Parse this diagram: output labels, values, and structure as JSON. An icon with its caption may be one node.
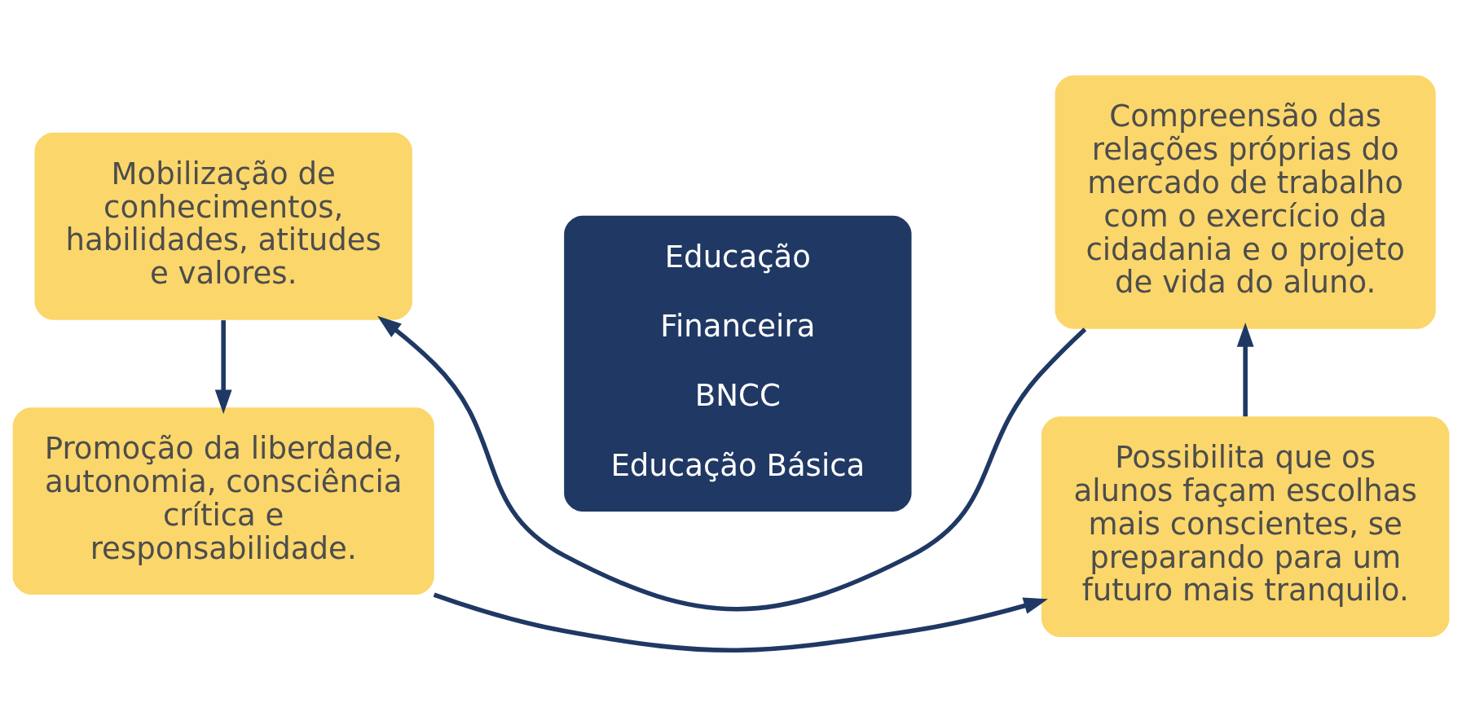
{
  "diagram": {
    "nodes": [
      {
        "text": [
          "Mobilização de conhecimentos, habilidades, atitudes e valores."
        ]
      },
      {
        "text": [
          "Educação",
          "Financeira",
          "BNCC",
          "Educação Básica"
        ]
      },
      {
        "text": [
          "Compreensão das relações próprias do mercado de trabalho com o exercício da cidadania e o projeto de vida do aluno."
        ]
      },
      {
        "text": [
          "Promoção da liberdade, autonomia, consciência crítica e responsabilidade."
        ]
      },
      {
        "text": [
          "Possibilita que os alunos façam escolhas mais conscientes, se preparando para um futuro mais tranquilo."
        ]
      }
    ],
    "edges": [
      {
        "from": 2,
        "to": 0,
        "arrow": "to"
      },
      {
        "from": 0,
        "to": 3,
        "arrow": "to"
      },
      {
        "from": 3,
        "to": 4,
        "arrow": "to"
      },
      {
        "from": 4,
        "to": 2,
        "arrow": "to"
      }
    ]
  }
}
